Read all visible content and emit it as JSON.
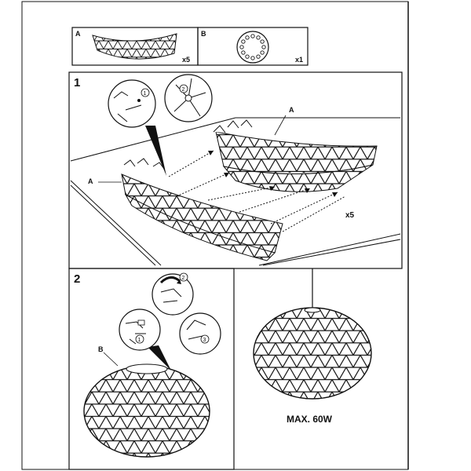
{
  "parts": {
    "a": {
      "letter": "A",
      "quantity": "x5"
    },
    "b": {
      "letter": "B",
      "quantity": "x1"
    }
  },
  "step1": {
    "number": "1",
    "callout_1": "1",
    "callout_2": "2",
    "label_a_left": "A",
    "label_a_right": "A",
    "quantity": "x5"
  },
  "step2": {
    "number": "2",
    "callout_1": "1",
    "callout_2": "2",
    "callout_3": "3",
    "label_b": "B"
  },
  "final": {
    "rating": "MAX. 60W"
  },
  "colors": {
    "ink": "#111111",
    "paper": "#ffffff"
  }
}
